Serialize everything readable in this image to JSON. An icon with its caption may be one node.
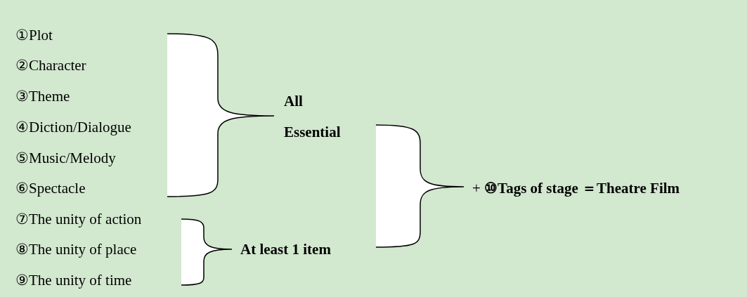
{
  "diagram": {
    "labels": [
      "①Plot",
      "②Character",
      "③Theme",
      "④Diction/Dialogue",
      "⑤Music/Melody",
      "⑥Spectacle",
      "⑦The unity of action",
      "⑧The unity of place",
      "⑨The unity of time",
      "All Essential",
      "At least 1 item",
      "+ **⑩Tags of stage ＝Theatre Film**"
    ]
  }
}
